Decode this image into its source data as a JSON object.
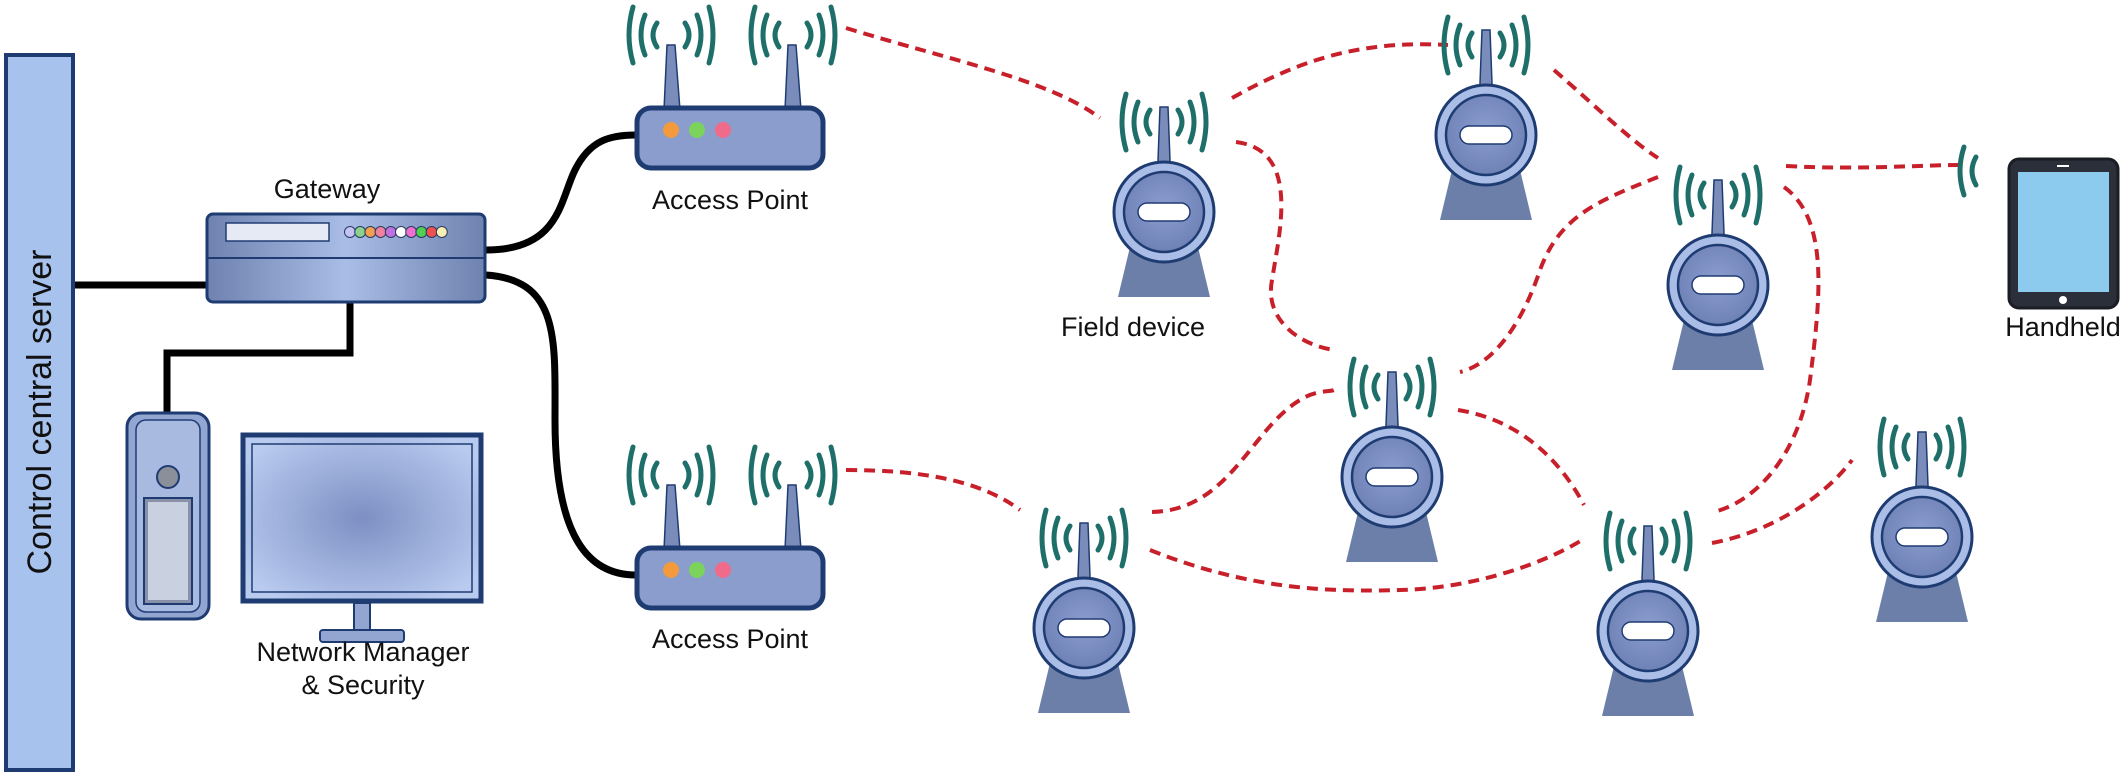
{
  "labels": {
    "server": "Control central server",
    "gateway": "Gateway",
    "access_point_1": "Access Point",
    "access_point_2": "Access Point",
    "field_device": "Field device",
    "handheld": "Handheld",
    "manager_line1": "Network Manager",
    "manager_line2": "& Security"
  },
  "icons": {
    "gateway": "gateway-icon",
    "access_point": "router-icon",
    "field_device": "wireless-transmitter-icon",
    "handheld": "tablet-icon",
    "computer_tower": "computer-tower-icon",
    "monitor": "monitor-icon",
    "signal": "wireless-signal-icon"
  },
  "colors": {
    "wired_link": "#000000",
    "wireless_link": "#c8202a",
    "signal_waves": "#1e6e6a",
    "device_body": "#7a8dba",
    "device_dark": "#1f3c72",
    "server_bar": "#a8c2ee",
    "tablet_screen": "#8ccbee"
  },
  "gateway_leds": [
    "#c4c4f4",
    "#8ed08e",
    "#f0a050",
    "#f080a0",
    "#c070e0",
    "#ffffff",
    "#f070d0",
    "#50d050",
    "#f05050",
    "#f8f0b0"
  ],
  "router_leds": [
    "#f39a3c",
    "#7bd35c",
    "#f06a8a"
  ]
}
